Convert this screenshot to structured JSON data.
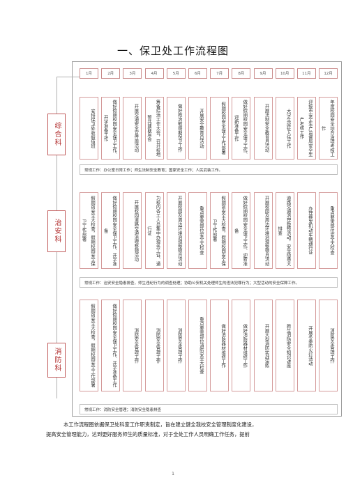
{
  "title": "一、保卫处工作流程图",
  "months": [
    "1月",
    "2月",
    "3月",
    "4月",
    "5月",
    "6月",
    "7月",
    "8月",
    "9月",
    "10月",
    "11月",
    "12月"
  ],
  "sections": [
    {
      "category": "综合科",
      "cells": [
        "安排保卫处收假值班",
        "做好假期校园安全保卫工作、开学准备工作",
        "开展交通安全宣传周活动",
        "筹备综治工作大会，召开校地警共建联席会",
        "做好政治敏感期保卫工作",
        "开展安全教育月活动",
        "假期校园安全保卫工作部署",
        "做好假期校园安全保卫工作、迎新准备工作",
        "开展法制安全教育月活动",
        "大学生应征入伍工作",
        "迎接市安全生产监督局安全生产考核工作",
        "年度校园安全综合治理考核工作"
      ],
      "routine": "常规工作：办公室日常工作；师生法制安全教育；国家安全工作；人民武装工作。"
    },
    {
      "category": "治安科",
      "cells": [
        "假期前安全大检查，假期校园安全保卫工作部署",
        "做好假期校园安全保卫工作、开学准备",
        "开展校园道路交通治理整顿活动",
        "为校内各工人员集中办理务工证、通行证",
        "开展校园及周边环境治理整顿月活动",
        "重点要害部位安全大检查",
        "假期前安全大检查，假期校园安全保卫工作部署",
        "做好假期校园安全保卫工作、迎新准备",
        "开展校园及周边环境治理整顿月活动",
        "道路交通治理整顿活动，安全隐患大排查",
        "办理换发机动车辆通行证",
        "重点要害部位安全大检查"
      ],
      "routine": "常规工作：治安安全隐患排查，师生违纪行为的调查处理；协助公安机关处理师生的违法犯罪行为；大型活动的安全保障工作。"
    },
    {
      "category": "消防科",
      "cells": [
        "假期前安全大检查，假期校园安全工作部署",
        "做好假期校园安全保卫工作、开学准备工作",
        "消防安全管理工作",
        "消防安全管理工作",
        "消防安全管理工作",
        "重点要害部位消防安全大检查",
        "做好消防器材维修工作",
        "做好消防器材维修工作",
        "开展大型消防实战演练",
        "新生消防安全知识讲座",
        "开展冬季防火灯活动",
        "消防安全管理工作"
      ],
      "routine": "常规工作：消防安全管理；消防安全隐患排查"
    }
  ],
  "paragraph_line1": "本工作流程图依据保卫处科室工作职责制定，旨在建立健全我校安全管理制度化建设，",
  "paragraph_line2": "提高安全管理能力，达到更好服务师生的质量标准，对于全处工作人员明确工作任务，提前",
  "page_number": "1"
}
